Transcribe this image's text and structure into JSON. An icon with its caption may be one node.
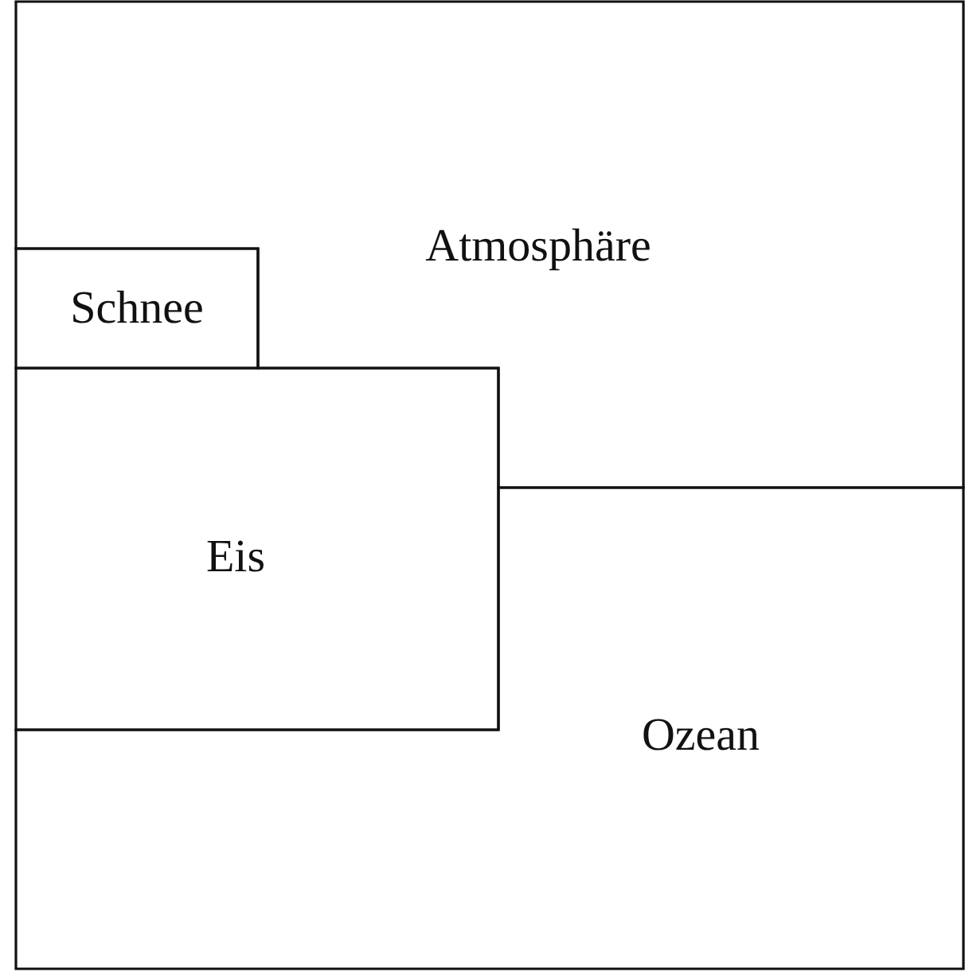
{
  "diagram": {
    "nodes": [
      {
        "text": [
          "Atmosphäre"
        ]
      },
      {
        "text": [
          "Schnee"
        ]
      },
      {
        "text": [
          "Eis"
        ]
      },
      {
        "text": [
          "Ozean"
        ]
      }
    ]
  }
}
